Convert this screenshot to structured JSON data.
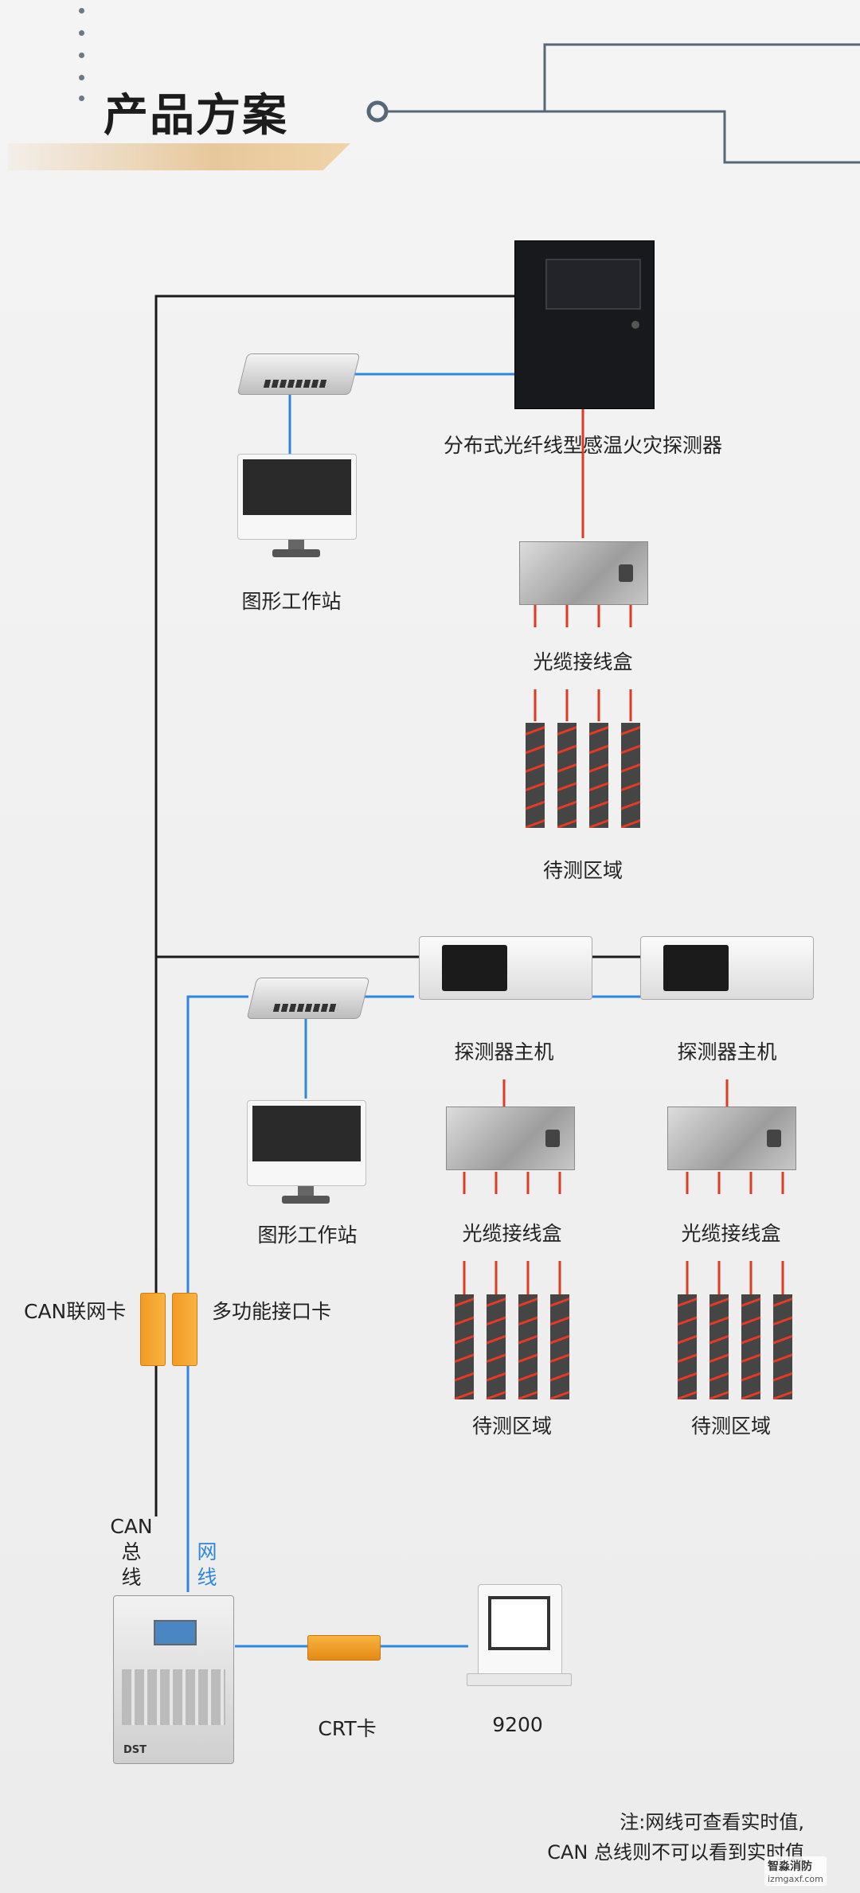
{
  "header": {
    "title": "产品方案"
  },
  "labels": {
    "distributed_detector": "分布式光纤线型感温火灾探测器",
    "workstation_top": "图形工作站",
    "splice_box_top": "光缆接线盒",
    "zone_top": "待测区域",
    "host_1": "探测器主机",
    "host_2": "探测器主机",
    "workstation_mid": "图形工作站",
    "splice_box_1": "光缆接线盒",
    "splice_box_2": "光缆接线盒",
    "zone_1": "待测区域",
    "zone_2": "待测区域",
    "can_card": "CAN联网卡",
    "multi_card": "多功能接口卡",
    "can_bus": "CAN\n总\n线",
    "network_line": "网\n线",
    "crt_card": "CRT卡",
    "pc_9200": "9200"
  },
  "note": {
    "line1": "注:网线可查看实时值,",
    "line2": "CAN 总线则不可以看到实时值"
  },
  "watermark": {
    "name": "智淼消防",
    "url": "izmgaxf.com"
  },
  "colors": {
    "black_line": "#1a1a1a",
    "blue_line": "#2e86de",
    "red_line": "#e03a22",
    "accent_gold": "#e7c89c",
    "frame_gray": "#566878"
  }
}
